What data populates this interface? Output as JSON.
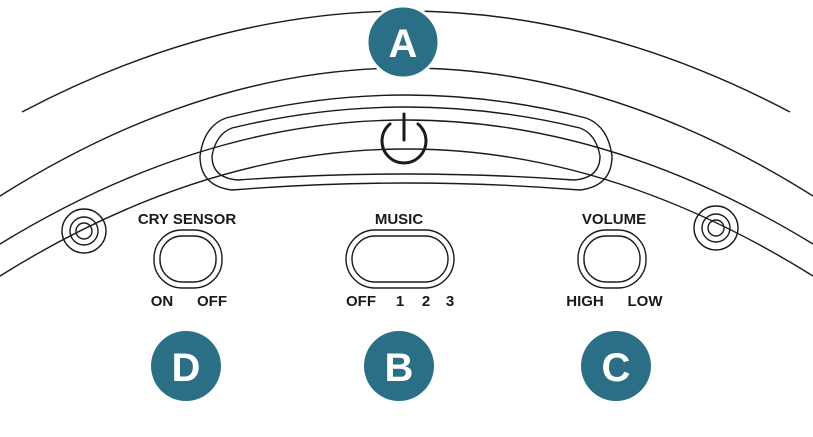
{
  "callouts": {
    "a": "A",
    "b": "B",
    "c": "C",
    "d": "D"
  },
  "cry_sensor": {
    "title": "CRY SENSOR",
    "pos_on": "ON",
    "pos_off": "OFF"
  },
  "music": {
    "title": "MUSIC",
    "pos_off": "OFF",
    "pos_1": "1",
    "pos_2": "2",
    "pos_3": "3"
  },
  "volume": {
    "title": "VOLUME",
    "pos_high": "HIGH",
    "pos_low": "LOW"
  },
  "icons": {
    "power": "power-icon"
  },
  "colors": {
    "badge": "#2a6f86",
    "line": "#1a1a1a"
  }
}
